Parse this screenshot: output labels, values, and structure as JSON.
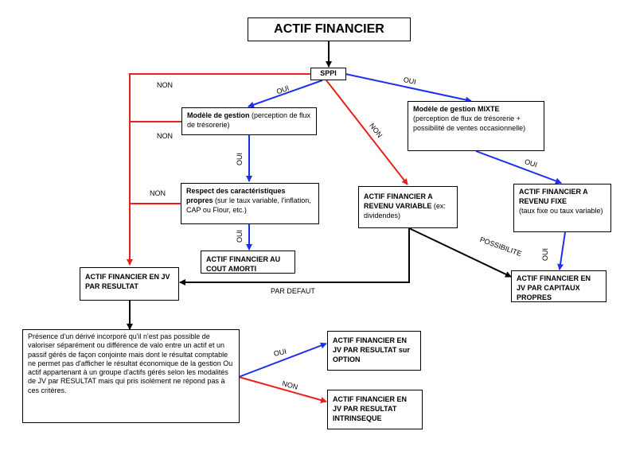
{
  "title": "ACTIF FINANCIER",
  "sppi": "SPPI",
  "boxes": {
    "modele_gestion": {
      "bold": "Modèle de gestion",
      "text": " (perception de flux de trésorerie)"
    },
    "modele_mixte": {
      "bold": "Modèle de gestion MIXTE",
      "text": "(perception de flux de trésorerie + possibilité de ventes occasionnelle)"
    },
    "respect": {
      "bold": "Respect des caractéristiques propres",
      "text": " (sur le taux variable, l'inflation, CAP ou Flour, etc.)"
    },
    "revenu_variable": {
      "bold": "ACTIF FINANCIER A REVENU VARIABLE",
      "text": " (ex: dividendes)"
    },
    "revenu_fixe": {
      "bold": "ACTIF FINANCIER A REVENU FIXE",
      "text": "(taux fixe ou taux variable)"
    },
    "cout_amorti": {
      "bold": "ACTIF FINANCIER AU COUT AMORTI"
    },
    "jv_resultat": {
      "bold": "ACTIF FINANCIER EN JV PAR RESULTAT"
    },
    "jv_capitaux": {
      "bold": "ACTIF FINANCIER EN JV PAR CAPITAUX PROPRES"
    },
    "presence": {
      "text": "Présence d'un dérivé incorporé qu'il n'est pas possible de valoriser séparément ou différence de valo entre un actif et un passif gérés de façon conjointe mais dont le résultat comptable ne permet pas d'afficher le résultat économique de la gestion Ou actif appartenant à un groupe d'actifs gérés selon les modalités de JV par RESULTAT mais qui pris isolément ne répond pas à ces critères."
    },
    "jv_option": {
      "bold": "ACTIF FINANCIER EN JV PAR RESULTAT sur OPTION"
    },
    "jv_intrinseque": {
      "bold": "ACTIF FINANCIER EN JV PAR RESULTAT INTRINSEQUE"
    }
  },
  "labels": {
    "non": "NON",
    "oui": "OUI",
    "possibilite": "POSSIBILITE",
    "par_defaut": "PAR DEFAUT"
  },
  "colors": {
    "red": "#e8211a",
    "blue": "#1c2ef0",
    "black": "#000000"
  }
}
